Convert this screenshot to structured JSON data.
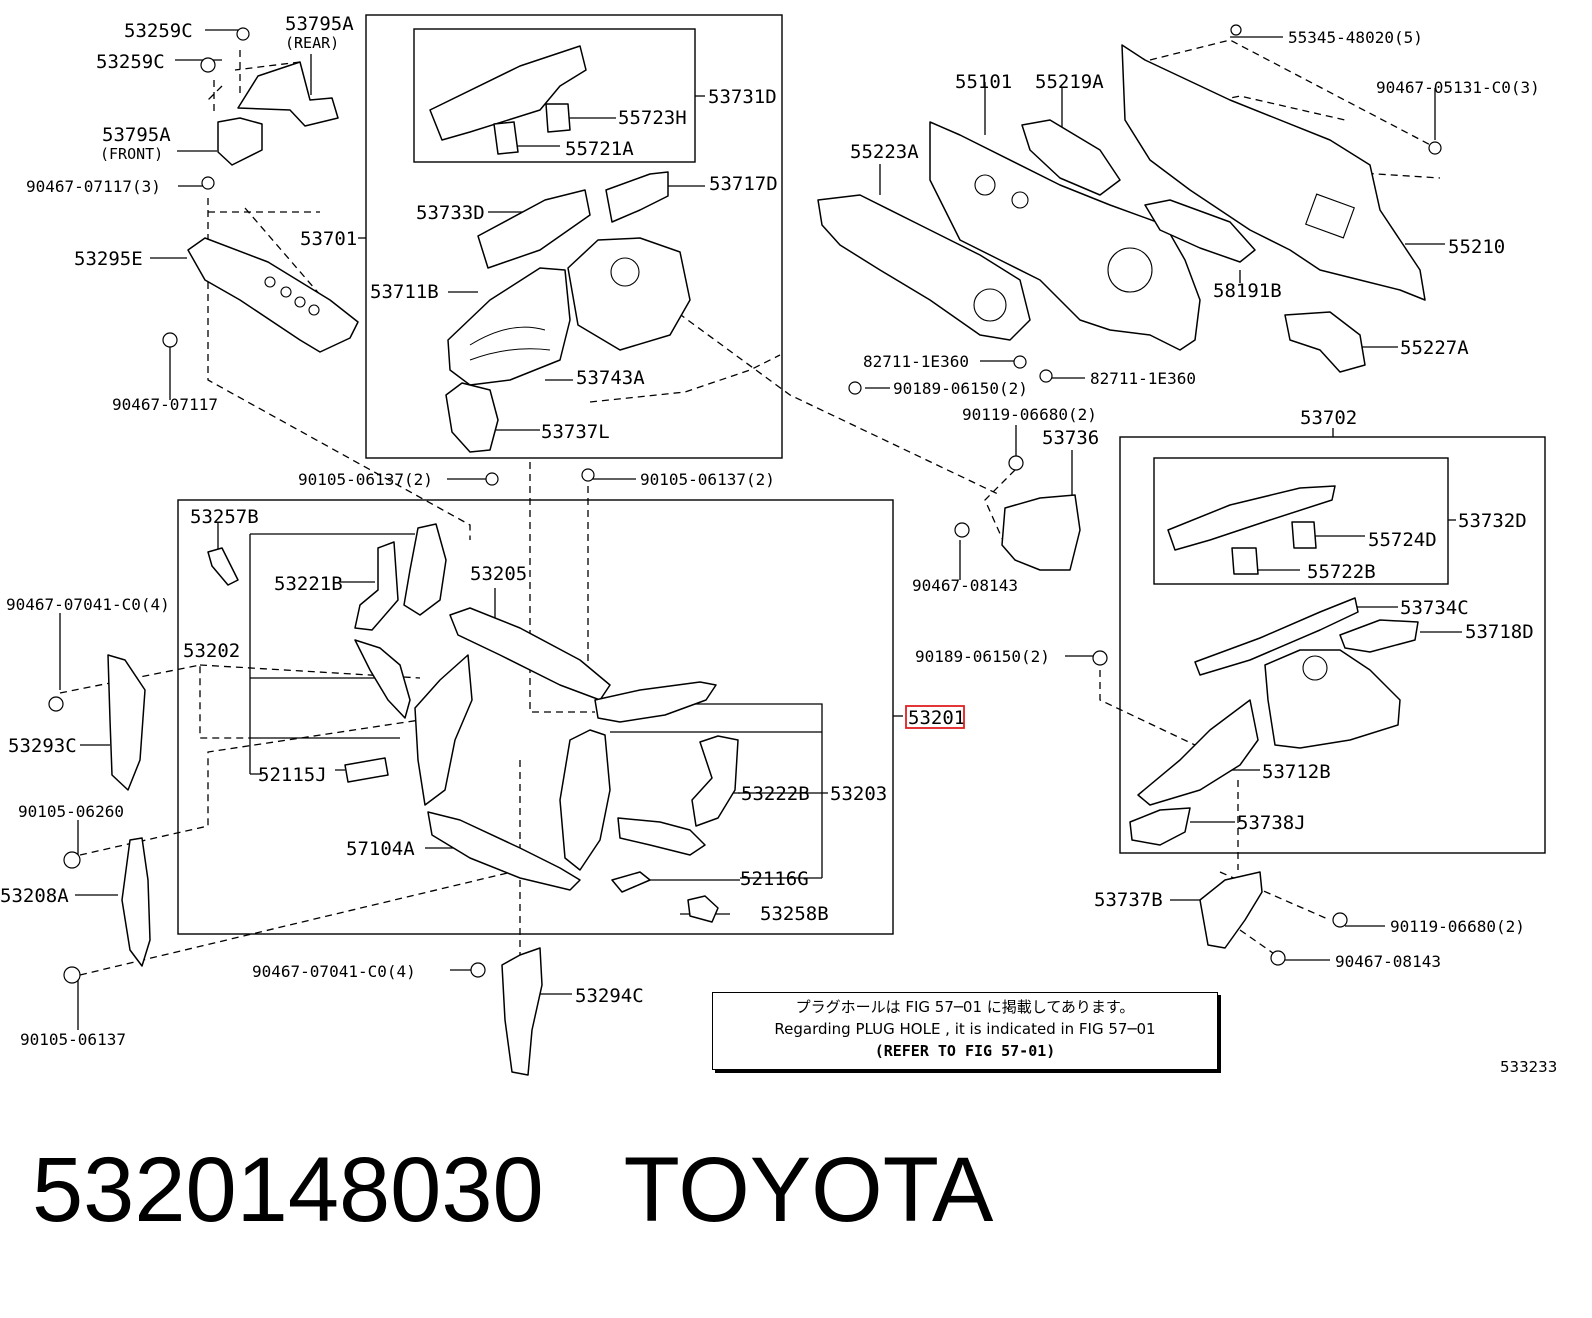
{
  "callouts": [
    {
      "id": "c_53259C_a",
      "text": "53259C"
    },
    {
      "id": "c_53795A_rear",
      "text": "53795A"
    },
    {
      "id": "c_rear",
      "text": "(REAR)"
    },
    {
      "id": "c_53259C_b",
      "text": "53259C"
    },
    {
      "id": "c_53795A_front",
      "text": "53795A"
    },
    {
      "id": "c_front",
      "text": "(FRONT)"
    },
    {
      "id": "c_90467_07117_3",
      "text": "90467-07117(3)"
    },
    {
      "id": "c_53295E",
      "text": "53295E"
    },
    {
      "id": "c_90467_07117",
      "text": "90467-07117"
    },
    {
      "id": "c_53731D",
      "text": "53731D"
    },
    {
      "id": "c_55723H",
      "text": "55723H"
    },
    {
      "id": "c_55721A",
      "text": "55721A"
    },
    {
      "id": "c_53717D",
      "text": "53717D"
    },
    {
      "id": "c_53733D",
      "text": "53733D"
    },
    {
      "id": "c_53701",
      "text": "53701"
    },
    {
      "id": "c_53711B",
      "text": "53711B"
    },
    {
      "id": "c_53743A",
      "text": "53743A"
    },
    {
      "id": "c_53737L",
      "text": "53737L"
    },
    {
      "id": "c_55101",
      "text": "55101"
    },
    {
      "id": "c_55219A",
      "text": "55219A"
    },
    {
      "id": "c_55223A",
      "text": "55223A"
    },
    {
      "id": "c_55345",
      "text": "55345-48020(5)"
    },
    {
      "id": "c_90467_05131",
      "text": "90467-05131-C0(3)"
    },
    {
      "id": "c_55210",
      "text": "55210"
    },
    {
      "id": "c_58191B",
      "text": "58191B"
    },
    {
      "id": "c_55227A",
      "text": "55227A"
    },
    {
      "id": "c_82711_a",
      "text": "82711-1E360"
    },
    {
      "id": "c_82711_b",
      "text": "82711-1E360"
    },
    {
      "id": "c_90189_a",
      "text": "90189-06150(2)"
    },
    {
      "id": "c_90119_a",
      "text": "90119-06680(2)"
    },
    {
      "id": "c_53736",
      "text": "53736"
    },
    {
      "id": "c_90467_08143_a",
      "text": "90467-08143"
    },
    {
      "id": "c_53702",
      "text": "53702"
    },
    {
      "id": "c_53732D",
      "text": "53732D"
    },
    {
      "id": "c_55724D",
      "text": "55724D"
    },
    {
      "id": "c_55722B",
      "text": "55722B"
    },
    {
      "id": "c_53734C",
      "text": "53734C"
    },
    {
      "id": "c_53718D",
      "text": "53718D"
    },
    {
      "id": "c_90189_b",
      "text": "90189-06150(2)"
    },
    {
      "id": "c_53712B",
      "text": "53712B"
    },
    {
      "id": "c_53738J",
      "text": "53738J"
    },
    {
      "id": "c_53737B",
      "text": "53737B"
    },
    {
      "id": "c_90119_b",
      "text": "90119-06680(2)"
    },
    {
      "id": "c_90467_08143_b",
      "text": "90467-08143"
    },
    {
      "id": "c_90105_a",
      "text": "90105-06137(2)"
    },
    {
      "id": "c_90105_b",
      "text": "90105-06137(2)"
    },
    {
      "id": "c_53257B",
      "text": "53257B"
    },
    {
      "id": "c_53221B",
      "text": "53221B"
    },
    {
      "id": "c_53205",
      "text": "53205"
    },
    {
      "id": "c_53202",
      "text": "53202"
    },
    {
      "id": "c_52115J",
      "text": "52115J"
    },
    {
      "id": "c_53201",
      "text": "53201"
    },
    {
      "id": "c_53222B",
      "text": "53222B"
    },
    {
      "id": "c_53203",
      "text": "53203"
    },
    {
      "id": "c_57104A",
      "text": "57104A"
    },
    {
      "id": "c_52116G",
      "text": "52116G"
    },
    {
      "id": "c_53258B",
      "text": "53258B"
    },
    {
      "id": "c_90467_07041_a",
      "text": "90467-07041-C0(4)"
    },
    {
      "id": "c_53293C",
      "text": "53293C"
    },
    {
      "id": "c_90105_06260",
      "text": "90105-06260"
    },
    {
      "id": "c_53208A",
      "text": "53208A"
    },
    {
      "id": "c_90105_06137",
      "text": "90105-06137"
    },
    {
      "id": "c_90467_07041_b",
      "text": "90467-07041-C0(4)"
    },
    {
      "id": "c_53294C",
      "text": "53294C"
    }
  ],
  "highlighted_part": "53201",
  "highlight_color": "#e02020",
  "note": {
    "line_jp": "プラグホールは FIG 57─01 に掲載してあります。",
    "line_en": "Regarding  PLUG  HOLE , it is indicated in  FIG  57─01",
    "line_ref": "(REFER TO FIG 57-01)"
  },
  "figure_id": "533233",
  "caption": {
    "part_number": "5320148030",
    "brand": "TOYOTA"
  }
}
